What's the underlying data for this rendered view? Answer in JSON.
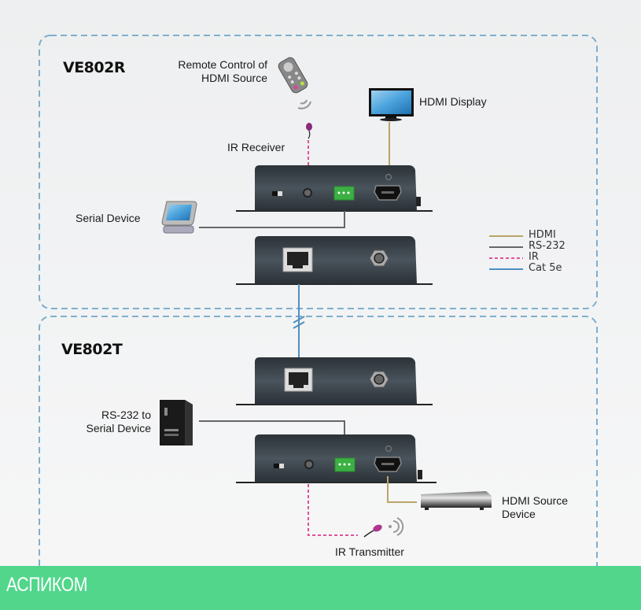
{
  "receiver": {
    "model": "VE802R",
    "labels": {
      "remote": [
        "Remote Control of",
        "HDMI Source"
      ],
      "ir_receiver": "IR Receiver",
      "hdmi_display": "HDMI Display",
      "serial_device": "Serial Device"
    }
  },
  "transmitter": {
    "model": "VE802T",
    "labels": {
      "rs232": [
        "RS-232 to",
        "Serial Device"
      ],
      "hdmi_source": [
        "HDMI Source",
        "Device"
      ],
      "ir_transmitter": "IR Transmitter"
    }
  },
  "legend": [
    {
      "label": "HDMI",
      "color": "#b9a56a",
      "style": "solid"
    },
    {
      "label": "RS-232",
      "color": "#666666",
      "style": "solid"
    },
    {
      "label": "IR",
      "color": "#e0509a",
      "style": "dashed"
    },
    {
      "label": "Cat 5e",
      "color": "#4f8fbf",
      "style": "solid"
    }
  ],
  "colors": {
    "group_border": "#7fafcc",
    "device_body": "#3a434b",
    "terminal_green": "#3cb043",
    "footer": "#51d68b"
  },
  "footer": {
    "brand": "АСПИКОМ"
  }
}
